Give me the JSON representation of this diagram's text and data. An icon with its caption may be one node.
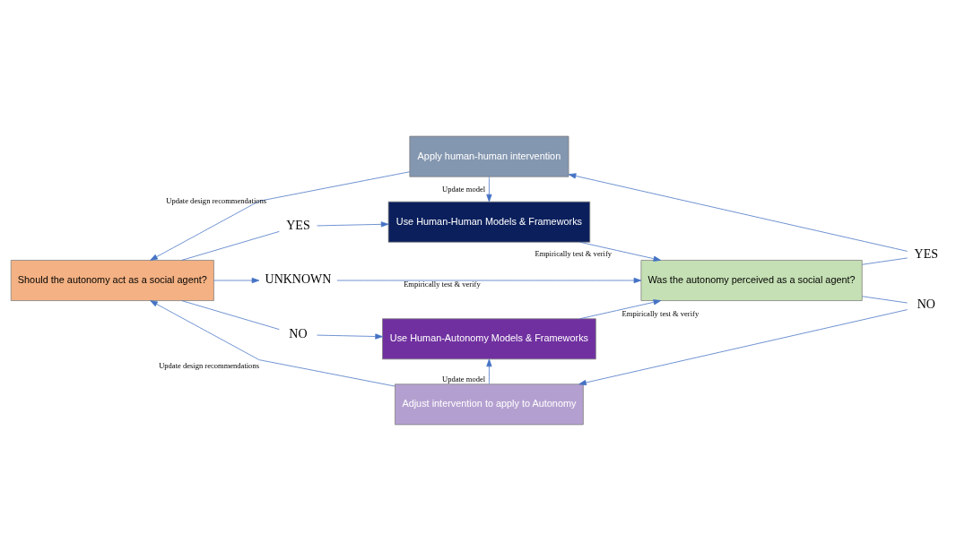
{
  "diagram": {
    "nodes": [
      {
        "text": [
          "Apply human-human intervention"
        ]
      },
      {
        "text": [
          "Use Human-Human Models & Frameworks"
        ]
      },
      {
        "text": [
          "YES"
        ]
      },
      {
        "text": [
          "YES"
        ]
      },
      {
        "text": [
          "Should the autonomy act as a social agent?"
        ]
      },
      {
        "text": [
          "UNKNOWN"
        ]
      },
      {
        "text": [
          "Was the autonomy perceived as a social agent?"
        ]
      },
      {
        "text": [
          "NO"
        ]
      },
      {
        "text": [
          "NO"
        ]
      },
      {
        "text": [
          "Use Human-Autonomy Models & Frameworks"
        ]
      },
      {
        "text": [
          "Adjust intervention to apply to Autonomy"
        ]
      }
    ],
    "edges": [
      {
        "from": 0,
        "to": 1,
        "arrow": "to",
        "label": "Update model"
      },
      {
        "from": 0,
        "to": 4,
        "arrow": "to",
        "label": "Update design recommendations"
      },
      {
        "from": 4,
        "to": 2,
        "arrow": "none"
      },
      {
        "from": 2,
        "to": 1,
        "arrow": "to"
      },
      {
        "from": 1,
        "to": 6,
        "arrow": "to",
        "label": "Empirically test & verify"
      },
      {
        "from": 4,
        "to": 5,
        "arrow": "to"
      },
      {
        "from": 5,
        "to": 6,
        "arrow": "to",
        "label": "Empirically test & verify"
      },
      {
        "from": 6,
        "to": 3,
        "arrow": "none"
      },
      {
        "from": 3,
        "to": 0,
        "arrow": "to"
      },
      {
        "from": 4,
        "to": 7,
        "arrow": "none"
      },
      {
        "from": 7,
        "to": 9,
        "arrow": "to"
      },
      {
        "from": 9,
        "to": 6,
        "arrow": "to",
        "label": "Empirically test & verify"
      },
      {
        "from": 6,
        "to": 8,
        "arrow": "none"
      },
      {
        "from": 8,
        "to": 10,
        "arrow": "to"
      },
      {
        "from": 10,
        "to": 9,
        "arrow": "to",
        "label": "Update model"
      },
      {
        "from": 10,
        "to": 4,
        "arrow": "to",
        "label": "Update design recommendations"
      }
    ]
  }
}
